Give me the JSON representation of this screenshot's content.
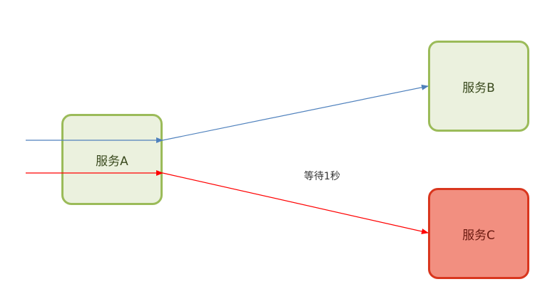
{
  "diagram": {
    "nodes": [
      {
        "id": "a",
        "label": "服务A",
        "fill": "#EBF1DE",
        "stroke": "#9BBB59",
        "text_color": "#3A4A1E"
      },
      {
        "id": "b",
        "label": "服务B",
        "fill": "#EBF1DE",
        "stroke": "#9BBB59",
        "text_color": "#3A4A1E"
      },
      {
        "id": "c",
        "label": "服务C",
        "fill": "#F28F80",
        "stroke": "#D9361E",
        "text_color": "#6B1A10"
      }
    ],
    "edges": [
      {
        "id": "in-blue",
        "from": "left-edge",
        "to": "a",
        "color": "#4F81BD"
      },
      {
        "id": "a-to-b",
        "from": "a",
        "to": "b",
        "color": "#4F81BD"
      },
      {
        "id": "in-red",
        "from": "left-edge",
        "to": "a",
        "color": "#FF0000"
      },
      {
        "id": "a-to-c",
        "from": "a",
        "to": "c",
        "color": "#FF0000",
        "label": "等待1秒"
      }
    ]
  }
}
